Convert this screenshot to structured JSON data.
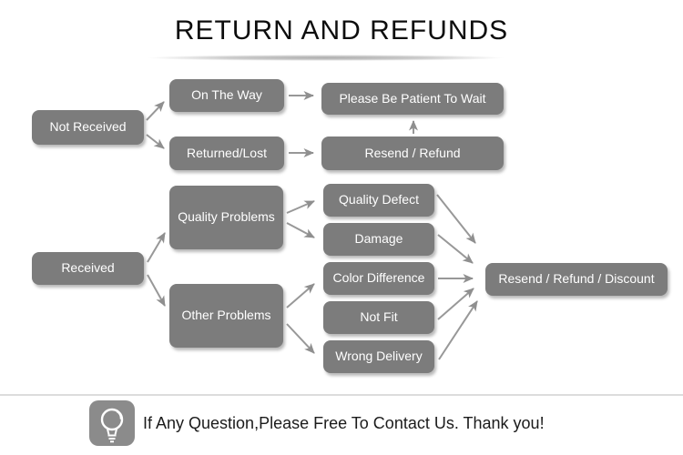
{
  "title": "RETURN AND REFUNDS",
  "diagram": {
    "nodes": [
      {
        "id": "not_received",
        "label": "Not Received"
      },
      {
        "id": "on_the_way",
        "label": "On The Way"
      },
      {
        "id": "returned_lost",
        "label": "Returned/Lost"
      },
      {
        "id": "patient_wait",
        "label": "Please Be Patient To Wait"
      },
      {
        "id": "resend_refund",
        "label": "Resend / Refund"
      },
      {
        "id": "received",
        "label": "Received"
      },
      {
        "id": "quality_problems",
        "label": "Quality Problems"
      },
      {
        "id": "other_problems",
        "label": "Other Problems"
      },
      {
        "id": "quality_defect",
        "label": "Quality Defect"
      },
      {
        "id": "damage",
        "label": "Damage"
      },
      {
        "id": "color_difference",
        "label": "Color Difference"
      },
      {
        "id": "not_fit",
        "label": "Not Fit"
      },
      {
        "id": "wrong_delivery",
        "label": "Wrong Delivery"
      },
      {
        "id": "resend_refund_discount",
        "label": "Resend / Refund / Discount"
      }
    ],
    "edges": [
      {
        "from": "not_received",
        "to": "on_the_way"
      },
      {
        "from": "not_received",
        "to": "returned_lost"
      },
      {
        "from": "on_the_way",
        "to": "patient_wait"
      },
      {
        "from": "returned_lost",
        "to": "resend_refund"
      },
      {
        "from": "resend_refund",
        "to": "patient_wait"
      },
      {
        "from": "received",
        "to": "quality_problems"
      },
      {
        "from": "received",
        "to": "other_problems"
      },
      {
        "from": "quality_problems",
        "to": "quality_defect"
      },
      {
        "from": "quality_problems",
        "to": "damage"
      },
      {
        "from": "other_problems",
        "to": "color_difference"
      },
      {
        "from": "other_problems",
        "to": "wrong_delivery"
      },
      {
        "from": "quality_defect",
        "to": "resend_refund_discount"
      },
      {
        "from": "damage",
        "to": "resend_refund_discount"
      },
      {
        "from": "color_difference",
        "to": "resend_refund_discount"
      },
      {
        "from": "not_fit",
        "to": "resend_refund_discount"
      },
      {
        "from": "wrong_delivery",
        "to": "resend_refund_discount"
      }
    ]
  },
  "footer": {
    "icon": "light-bulb-icon",
    "message": "If Any Question,Please Free To Contact Us. Thank you!"
  },
  "colors": {
    "box_fill": "#7c7c7c",
    "box_text": "#ffffff",
    "arrow": "#989898",
    "title_text": "#0d0d0d",
    "divider": "#dcdcdc",
    "icon_fill": "#8b8b8b"
  }
}
